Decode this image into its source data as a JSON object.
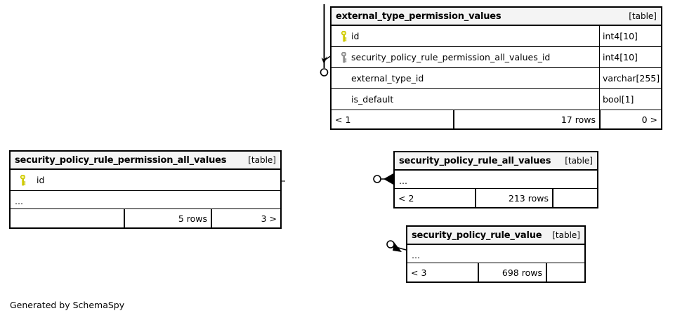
{
  "diagram": {
    "caption": "Generated by SchemaSpy",
    "table_tag": "[table]",
    "ellipsis": "…"
  },
  "tables": [
    {
      "id": "external_type_permission_values",
      "name": "external_type_permission_values",
      "tag": "[table]",
      "columns": [
        {
          "key": "primary",
          "name": "id",
          "type": "int4[10]"
        },
        {
          "key": "foreign",
          "name": "security_policy_rule_permission_all_values_id",
          "type": "int4[10]"
        },
        {
          "key": "none",
          "name": "external_type_id",
          "type": "varchar[255]"
        },
        {
          "key": "none",
          "name": "is_default",
          "type": "bool[1]"
        }
      ],
      "footer": {
        "left": "< 1",
        "middle": "17 rows",
        "right": "0 >"
      }
    },
    {
      "id": "security_policy_rule_permission_all_values",
      "name": "security_policy_rule_permission_all_values",
      "tag": "[table]",
      "columns": [
        {
          "key": "primary",
          "name": "id",
          "type": ""
        }
      ],
      "ellipsis_row": "…",
      "footer": {
        "left": "",
        "middle": "5 rows",
        "right": "3 >"
      }
    },
    {
      "id": "security_policy_rule_all_values",
      "name": "security_policy_rule_all_values",
      "tag": "[table]",
      "ellipsis_row": "…",
      "footer": {
        "left": "< 2",
        "middle": "213 rows",
        "right": ""
      }
    },
    {
      "id": "security_policy_rule_value",
      "name": "security_policy_rule_value",
      "tag": "[table]",
      "ellipsis_row": "…",
      "footer": {
        "left": "< 3",
        "middle": "698 rows",
        "right": ""
      }
    }
  ],
  "colors": {
    "primary_key": "#e8e32a",
    "foreign_key": "#a8a8a8",
    "border": "#000000",
    "header_bg": "#f4f4f4",
    "background": "#ffffff"
  }
}
